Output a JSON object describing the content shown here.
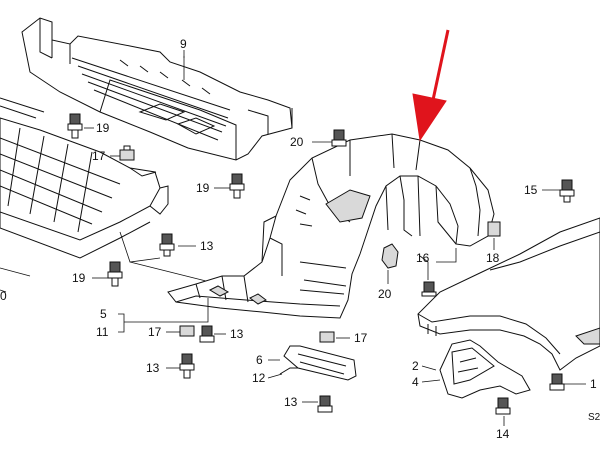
{
  "callouts": {
    "c9": "9",
    "c19a": "19",
    "c17a": "17",
    "c20a": "20",
    "c19b": "19",
    "c13a": "13",
    "c19c": "19",
    "c5": "5",
    "c11": "11",
    "c17b": "17",
    "c13b": "13",
    "c13c": "13",
    "c6": "6",
    "c12": "12",
    "c13d": "13",
    "c17c": "17",
    "c16": "16",
    "c20b": "20",
    "c18": "18",
    "c15": "15",
    "c2": "2",
    "c4": "4",
    "c14": "14",
    "c1x": "1",
    "c0x": "0",
    "code": "S2"
  },
  "colors": {
    "arrow": "#e0141c",
    "line": "#111111"
  }
}
